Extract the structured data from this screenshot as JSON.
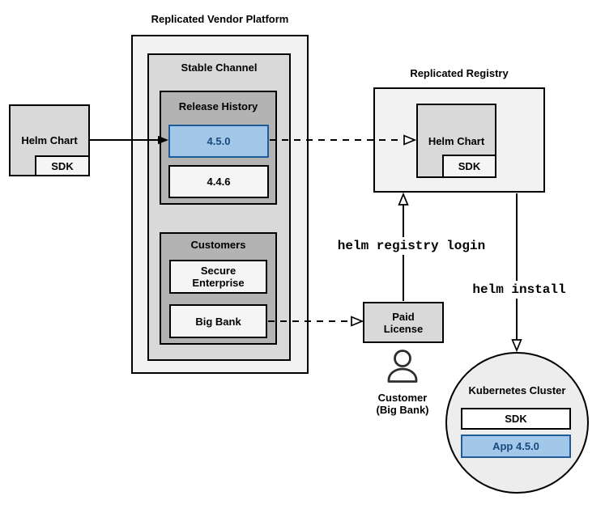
{
  "diagram": {
    "vendor_platform": {
      "title": "Replicated Vendor Platform",
      "stable_channel": {
        "title": "Stable Channel",
        "release_history": {
          "title": "Release History",
          "releases": [
            {
              "version": "4.5.0",
              "state": "current-highlighted"
            },
            {
              "version": "4.4.6",
              "state": "previous"
            }
          ]
        },
        "customers": {
          "title": "Customers",
          "items": [
            {
              "name_lines": [
                "Secure",
                "Enterprise"
              ]
            },
            {
              "name_lines": [
                "Big Bank"
              ]
            }
          ]
        }
      }
    },
    "vendor_helm_chart": {
      "label": "Helm Chart",
      "sdk": "SDK"
    },
    "registry": {
      "title": "Replicated Registry",
      "helm_chart": {
        "label": "Helm Chart",
        "sdk": "SDK"
      }
    },
    "paid_license": {
      "lines": [
        "Paid",
        "License"
      ]
    },
    "customer": {
      "lines": [
        "Customer",
        "(Big Bank)"
      ],
      "icon": "person-icon"
    },
    "kubernetes_cluster": {
      "title": "Kubernetes Cluster",
      "sdk": "SDK",
      "app": "App 4.5.0"
    },
    "commands": {
      "registry_login": "helm registry login",
      "install": "helm install"
    },
    "colors": {
      "highlight_fill": "#a2c7e8",
      "highlight_border": "#1d5c97",
      "highlight_text": "#17497e",
      "line_color": "#000000"
    }
  }
}
